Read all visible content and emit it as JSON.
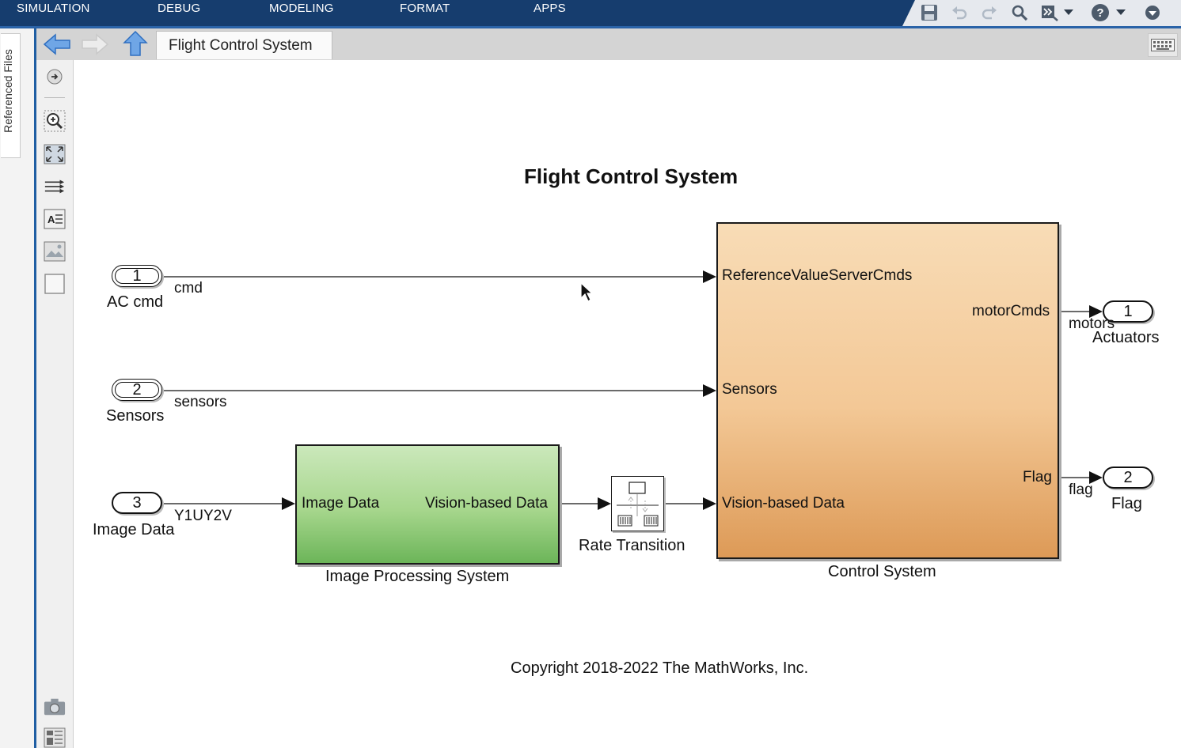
{
  "menu": {
    "tabs": [
      "SIMULATION",
      "DEBUG",
      "MODELING",
      "FORMAT",
      "APPS"
    ]
  },
  "quick_access": [
    "save-icon",
    "undo-icon",
    "redo-icon",
    "find-icon",
    "step-icon",
    "dropdown-icon",
    "help-icon",
    "dropdown-icon",
    "more-icon"
  ],
  "side_panel": {
    "label": "Referenced Files"
  },
  "breadcrumb": {
    "label": "Flight Control System"
  },
  "palette_icons": [
    "hide-show-icon",
    "zoom-in-icon",
    "fit-view-icon",
    "arrows-icon",
    "annotation-icon",
    "image-icon",
    "area-icon",
    "screenshot-icon",
    "model-browser-icon"
  ],
  "diagram": {
    "title": "Flight Control System",
    "copyright": "Copyright 2018-2022 The MathWorks, Inc.",
    "inports": [
      {
        "number": "1",
        "name": "AC cmd",
        "signal": "cmd"
      },
      {
        "number": "2",
        "name": "Sensors",
        "signal": "sensors"
      },
      {
        "number": "3",
        "name": "Image Data",
        "signal": "Y1UY2V"
      }
    ],
    "outports": [
      {
        "number": "1",
        "name": "Actuators",
        "signal": "motors"
      },
      {
        "number": "2",
        "name": "Flag",
        "signal": "flag"
      }
    ],
    "image_processing": {
      "name": "Image Processing System",
      "input_port": "Image Data",
      "output_port": "Vision-based Data"
    },
    "rate_transition": {
      "name": "Rate Transition"
    },
    "control_system": {
      "name": "Control System",
      "inputs": [
        "ReferenceValueServerCmds",
        "Sensors",
        "Vision-based Data"
      ],
      "outputs": [
        "motorCmds",
        "Flag"
      ]
    }
  },
  "colors": {
    "ribbon": "#163d6e",
    "control_top": "#f8dcb6",
    "control_bottom": "#dd9a57",
    "imgproc_top": "#cbe8bb",
    "imgproc_bottom": "#6cb559"
  }
}
